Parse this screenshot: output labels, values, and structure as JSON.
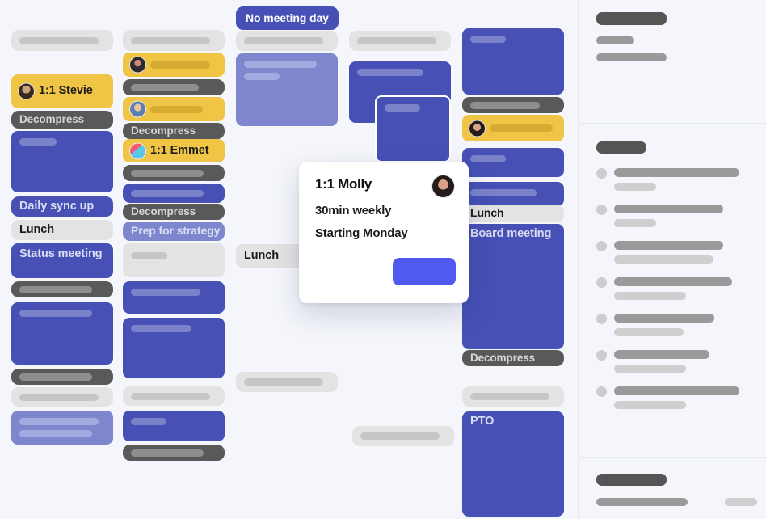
{
  "app": {
    "background": "#f4f6fb",
    "accent_blue": "#4650b5",
    "accent_blue_light": "#7e87cd",
    "accent_button": "#4f5bf0",
    "accent_yellow": "#f0c444",
    "accent_grey_dark": "#595959",
    "accent_grey_light": "#e3e3e3"
  },
  "calendar": {
    "no_meeting_badge": "No meeting day",
    "columns": [
      {
        "name": "day-column-1",
        "events": [
          {
            "label": "",
            "type": "grey-lt"
          },
          {
            "label": "1:1 Stevie",
            "type": "yellow",
            "avatar": "face-a"
          },
          {
            "label": "Decompress",
            "type": "grey-dark"
          },
          {
            "label": "",
            "type": "blue"
          },
          {
            "label": "Daily sync up",
            "type": "blue"
          },
          {
            "label": "Lunch",
            "type": "grey-lt"
          },
          {
            "label": "Status meeting",
            "type": "blue"
          },
          {
            "label": "",
            "type": "grey-dark"
          },
          {
            "label": "",
            "type": "blue"
          },
          {
            "label": "",
            "type": "grey-dark"
          },
          {
            "label": "",
            "type": "grey-lt"
          },
          {
            "label": "",
            "type": "blue-lt"
          }
        ]
      },
      {
        "name": "day-column-2",
        "events": [
          {
            "label": "",
            "type": "grey-lt"
          },
          {
            "label": "",
            "type": "yellow",
            "avatar": "face-d"
          },
          {
            "label": "",
            "type": "grey-dark"
          },
          {
            "label": "",
            "type": "yellow",
            "avatar": "face-b"
          },
          {
            "label": "Decompress",
            "type": "grey-dark"
          },
          {
            "label": "1:1 Emmet",
            "type": "yellow",
            "avatar": "face-c"
          },
          {
            "label": "",
            "type": "grey-dark"
          },
          {
            "label": "",
            "type": "blue"
          },
          {
            "label": "Decompress",
            "type": "grey-dark"
          },
          {
            "label": "Prep for strategy",
            "type": "blue-lt"
          },
          {
            "label": "",
            "type": "grey-lt"
          },
          {
            "label": "",
            "type": "blue"
          },
          {
            "label": "",
            "type": "blue"
          },
          {
            "label": "",
            "type": "grey-lt"
          },
          {
            "label": "",
            "type": "blue"
          },
          {
            "label": "",
            "type": "grey-dark"
          }
        ]
      },
      {
        "name": "day-column-3",
        "events": [
          {
            "label": "",
            "type": "grey-lt"
          },
          {
            "label": "",
            "type": "blue-lt"
          },
          {
            "label": "Lunch",
            "type": "grey-lt"
          },
          {
            "label": "",
            "type": "grey-lt"
          }
        ]
      },
      {
        "name": "day-column-4",
        "events": [
          {
            "label": "",
            "type": "grey-lt"
          },
          {
            "label": "",
            "type": "blue"
          },
          {
            "label": "",
            "type": "blue",
            "outlined": true
          },
          {
            "label": "",
            "type": "grey-lt"
          }
        ]
      },
      {
        "name": "day-column-5",
        "events": [
          {
            "label": "",
            "type": "blue"
          },
          {
            "label": "",
            "type": "grey-dark"
          },
          {
            "label": "",
            "type": "yellow",
            "avatar": "face-e"
          },
          {
            "label": "",
            "type": "blue"
          },
          {
            "label": "",
            "type": "blue"
          },
          {
            "label": "Lunch",
            "type": "grey-lt"
          },
          {
            "label": "Board meeting",
            "type": "blue"
          },
          {
            "label": "Decompress",
            "type": "grey-dark"
          },
          {
            "label": "",
            "type": "grey-lt"
          },
          {
            "label": "PTO",
            "type": "blue"
          }
        ]
      }
    ]
  },
  "popup": {
    "title": "1:1 Molly",
    "line1": "30min weekly",
    "line2": "Starting Monday",
    "button_label": "",
    "avatar": "face-e"
  },
  "sidebar": {
    "sections": [
      {
        "name": "sidebar-section-header",
        "rows": 2
      },
      {
        "name": "sidebar-section-list",
        "rows": 7
      },
      {
        "name": "sidebar-section-footer",
        "rows": 1
      }
    ]
  }
}
